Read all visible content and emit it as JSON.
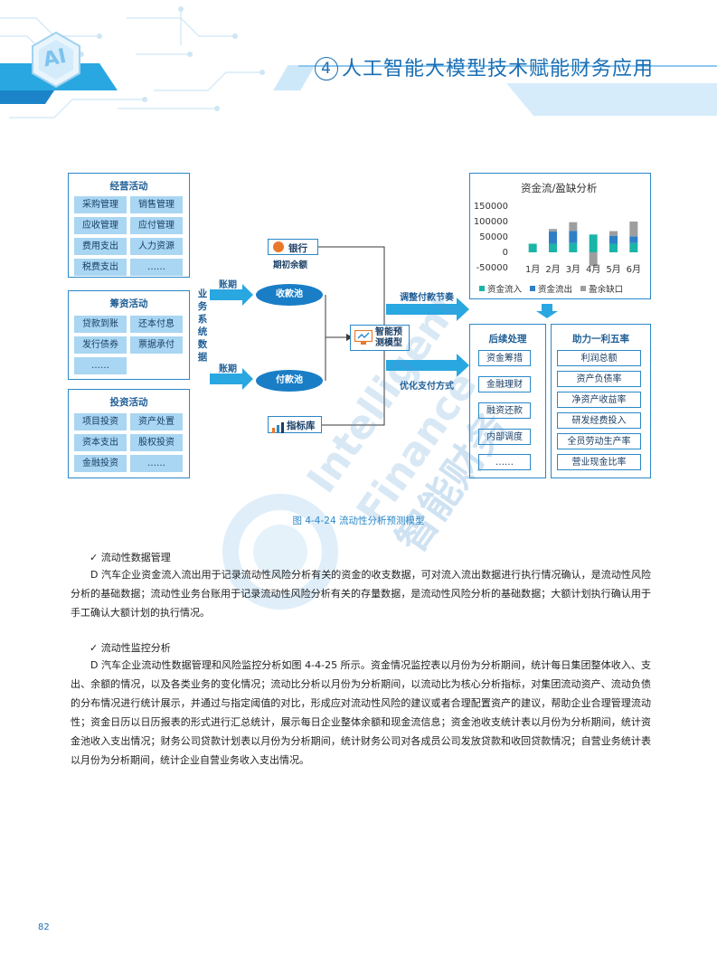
{
  "header": {
    "section_number": "4",
    "title": "人工智能大模型技术赋能财务应用",
    "badge_text": "AI"
  },
  "figure": {
    "operating": {
      "title": "经营活动",
      "items": [
        "采购管理",
        "销售管理",
        "应收管理",
        "应付管理",
        "费用支出",
        "人力资源",
        "税费支出",
        "……"
      ]
    },
    "financing": {
      "title": "筹资活动",
      "items": [
        "贷款到账",
        "还本付息",
        "发行债券",
        "票据承付",
        "……"
      ]
    },
    "investing": {
      "title": "投资活动",
      "items": [
        "项目投资",
        "资产处置",
        "资本支出",
        "股权投资",
        "金融投资",
        "……"
      ]
    },
    "business_system_data": [
      "业",
      "务",
      "系",
      "统",
      "数",
      "据"
    ],
    "ledger_label_1": "账期",
    "ledger_label_2": "账期",
    "receipt_pool": "收款池",
    "payment_pool": "付款池",
    "bank": {
      "title": "银行",
      "subtitle": "期初余额"
    },
    "indicator_library": "指标库",
    "model": "智能预测模型",
    "adjust_label": "调整付款节奏",
    "optimize_label": "优化支付方式",
    "follow_up": {
      "title": "后续处理",
      "items": [
        "资金筹措",
        "金融理财",
        "融资还款",
        "内部调度",
        "……"
      ]
    },
    "ratios": {
      "title": "助力一利五率",
      "items": [
        "利润总额",
        "资产负债率",
        "净资产收益率",
        "研发经费投入",
        "全员劳动生产率",
        "营业现金比率"
      ]
    },
    "caption": "图 4-4-24 流动性分析预测模型"
  },
  "chart_data": {
    "type": "bar",
    "title": "资金流/盈缺分析",
    "categories": [
      "1月",
      "2月",
      "3月",
      "4月",
      "5月",
      "6月"
    ],
    "y_ticks": [
      "150000",
      "100000",
      "50000",
      "0",
      "-50000"
    ],
    "ylim": [
      -50000,
      150000
    ],
    "series": [
      {
        "name": "资金流入",
        "color": "#1ab5a8",
        "values": [
          28000,
          28000,
          30000,
          58000,
          28000,
          30000
        ]
      },
      {
        "name": "资金流出",
        "color": "#2f7fc6",
        "values": [
          0,
          40000,
          40000,
          0,
          26000,
          22000
        ]
      },
      {
        "name": "盈余缺口",
        "color": "#9e9e9e",
        "values": [
          0,
          8000,
          28000,
          -45000,
          15000,
          48000
        ]
      }
    ],
    "legend": [
      "资金流入",
      "资金流出",
      "盈余缺口"
    ],
    "legend_position": "bottom"
  },
  "sections": [
    {
      "heading": "✓ 流动性数据管理",
      "body": "D 汽车企业资金流入流出用于记录流动性风险分析有关的资金的收支数据，可对流入流出数据进行执行情况确认，是流动性风险分析的基础数据；流动性业务台账用于记录流动性风险分析有关的存量数据，是流动性风险分析的基础数据；大额计划执行确认用于手工确认大额计划的执行情况。"
    },
    {
      "heading": "✓ 流动性监控分析",
      "body": "D 汽车企业流动性数据管理和风险监控分析如图 4-4-25 所示。资金情况监控表以月份为分析期间，统计每日集团整体收入、支出、余额的情况，以及各类业务的变化情况；流动比分析以月份为分析期间，以流动比为核心分析指标，对集团流动资产、流动负债的分布情况进行统计展示，并通过与指定阈值的对比，形成应对流动性风险的建议或者合理配置资产的建议，帮助企业合理管理流动性；资金日历以日历报表的形式进行汇总统计，展示每日企业整体余额和现金流信息；资金池收支统计表以月份为分析期间，统计资金池收入支出情况；财务公司贷款计划表以月份为分析期间，统计财务公司对各成员公司发放贷款和收回贷款情况；自营业务统计表以月份为分析期间，统计企业自营业务收入支出情况。"
    }
  ],
  "watermark": {
    "line1": "Intelligent",
    "line2": "Finance",
    "line3": "智能财务"
  },
  "page_number": "82"
}
